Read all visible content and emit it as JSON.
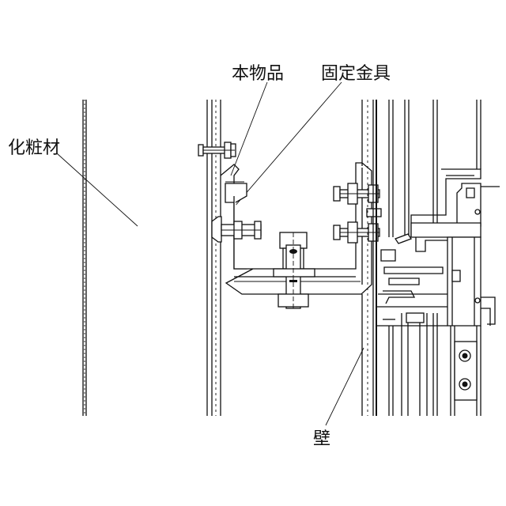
{
  "labels": {
    "honbutsuhin": "本物品",
    "kotei_kanagu": "固定金具",
    "keshouzai": "化粧材",
    "kabe": "壁"
  },
  "colors": {
    "line": "#111111",
    "background": "#ffffff"
  }
}
